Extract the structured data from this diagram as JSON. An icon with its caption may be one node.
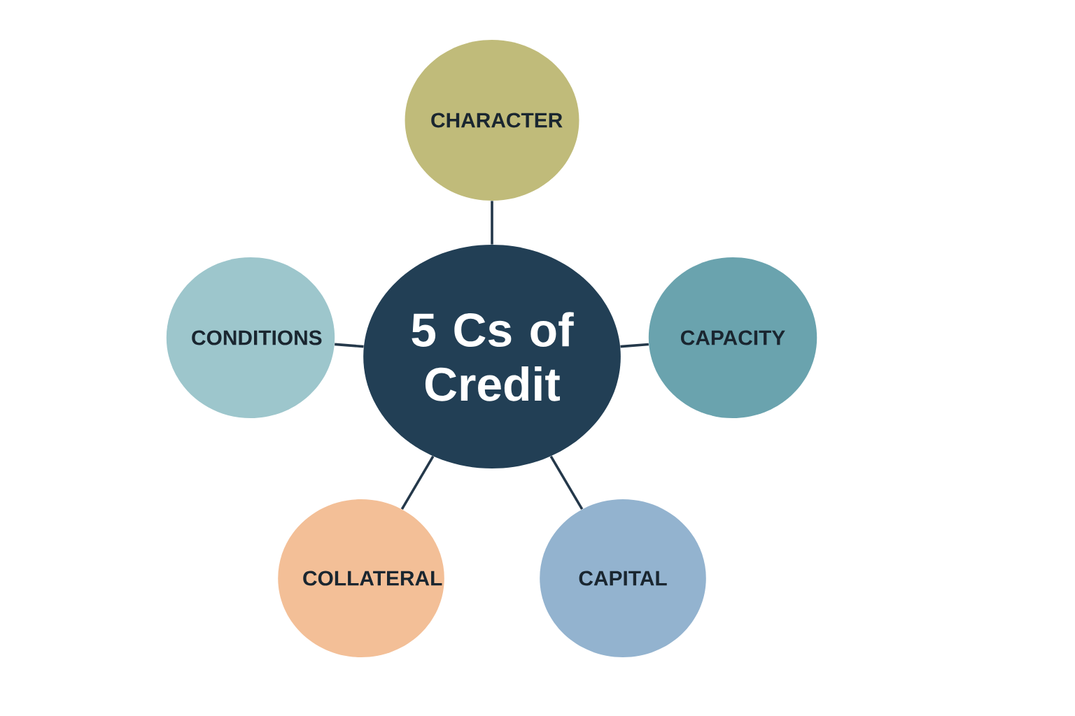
{
  "diagram": {
    "nodes": [
      {
        "text": [
          "CHARACTER"
        ]
      },
      {
        "text": [
          "CONDITIONS"
        ]
      },
      {
        "text": [
          "5 Cs of Credit"
        ]
      },
      {
        "text": [
          "CAPACITY"
        ]
      },
      {
        "text": [
          "COLLATERAL"
        ]
      },
      {
        "text": [
          "CAPITAL"
        ]
      }
    ],
    "edges": [
      {
        "from": 2,
        "to": 0,
        "arrow": "none"
      },
      {
        "from": 2,
        "to": 1,
        "arrow": "none"
      },
      {
        "from": 2,
        "to": 3,
        "arrow": "none"
      },
      {
        "from": 2,
        "to": 4,
        "arrow": "none"
      },
      {
        "from": 2,
        "to": 5,
        "arrow": "none"
      }
    ]
  }
}
